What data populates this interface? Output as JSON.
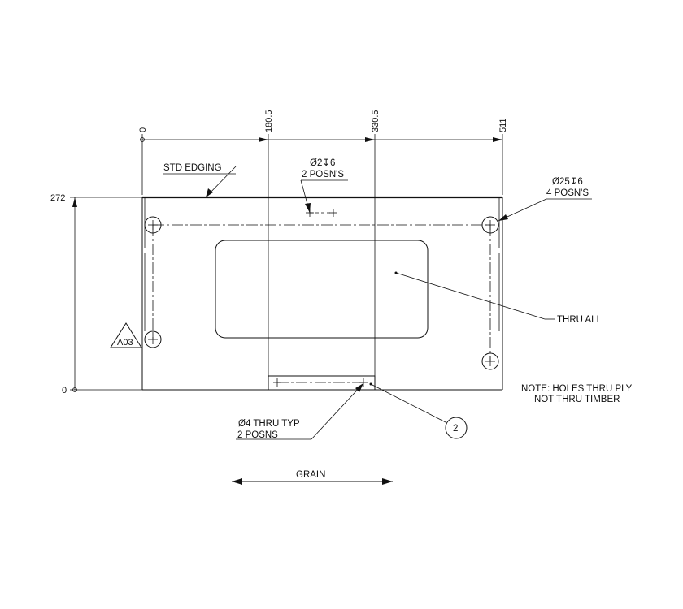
{
  "dimensions": {
    "horizontal": [
      "0",
      "180.5",
      "330.5",
      "511"
    ],
    "vertical": [
      "272",
      "0"
    ]
  },
  "labels": {
    "std_edging": "STD EDGING",
    "small_hole_callout": {
      "line1": "Ø2↧6",
      "line2": "2 POSN'S"
    },
    "large_hole_callout": {
      "line1": "Ø25↧6",
      "line2": "4 POSN'S"
    },
    "thru_all": "THRU ALL",
    "revision_tag": "A03",
    "note": {
      "line1": "NOTE: HOLES THRU PLY",
      "line2": "NOT THRU TIMBER"
    },
    "bottom_hole_callout": {
      "line1": "Ø4 THRU TYP",
      "line2": "2 POSNS"
    },
    "balloon_number": "2",
    "grain": "GRAIN"
  }
}
